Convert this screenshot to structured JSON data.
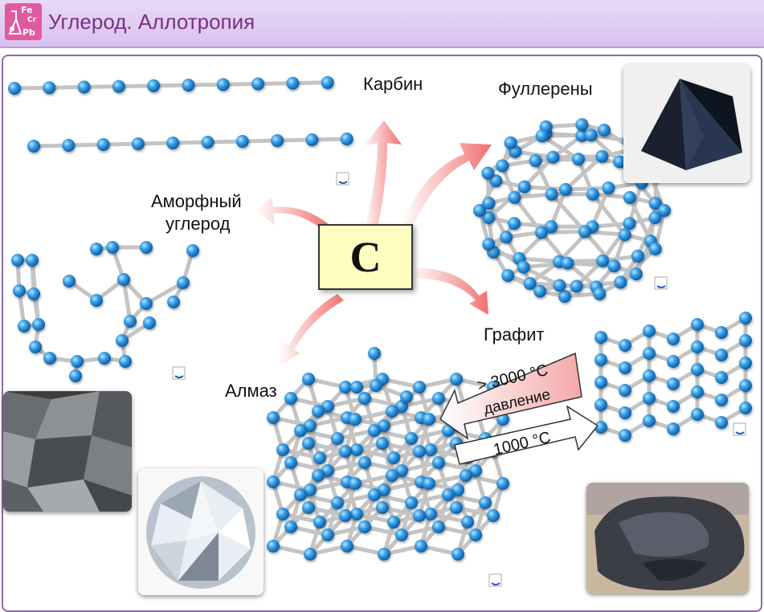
{
  "header": {
    "title": "Углерод. Аллотропия",
    "logo_symbols": [
      "Fe",
      "Cr",
      "Pb"
    ]
  },
  "center": {
    "symbol": "C"
  },
  "labels": {
    "carbyne": "Карбин",
    "fullerenes": "Фуллерены",
    "amorphous_line1": "Аморфный",
    "amorphous_line2": "углерод",
    "graphite": "Графит",
    "diamond": "Алмаз"
  },
  "conditions": {
    "to_diamond_temp": "> 3000 °C",
    "to_diamond_pressure": "давление",
    "to_graphite_temp": "1000 °C"
  },
  "colors": {
    "atom": "#3aa0e8",
    "bond": "#c8c8c8",
    "arrow": "#f07070",
    "c_box": "#fffec0"
  },
  "icons": [
    "rotate-3d-icon"
  ]
}
